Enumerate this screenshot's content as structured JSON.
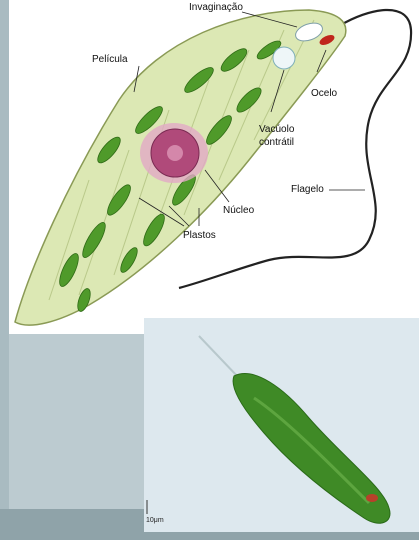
{
  "labels": {
    "invaginacao": "Invaginação",
    "pelicula": "Película",
    "ocelo": "Ocelo",
    "vacuolo_1": "Vacúolo",
    "vacuolo_2": "contrátil",
    "flagelo": "Flagelo",
    "nucleo": "Núcleo",
    "plastos": "Plastos"
  },
  "photo": {
    "scale_bar": "10μm"
  },
  "colors": {
    "slide_background": "#bccbd0",
    "band": "#8fa3a9",
    "cell_body": "#dce8b4",
    "chloroplast": "#4f9a2a",
    "nucleus": "#b04a7a",
    "eyespot": "#c0261c",
    "photo_background": "#dde8ee",
    "photo_cell": "#3f8a26"
  }
}
